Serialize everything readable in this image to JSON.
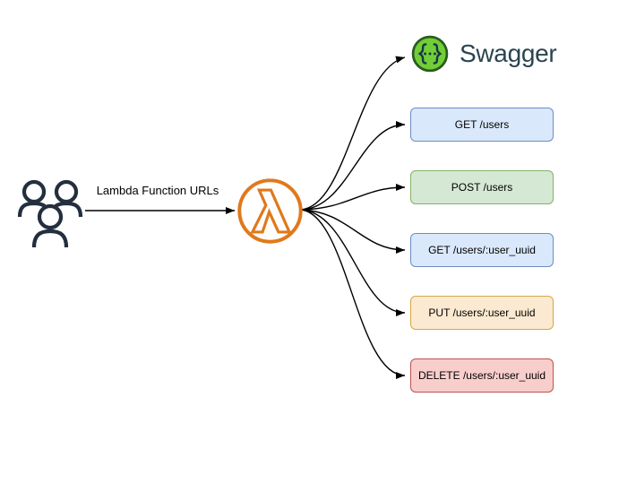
{
  "diagram": {
    "background": "#ffffff",
    "source": {
      "icon": "users-icon",
      "color": "#232F3E"
    },
    "connector_label": "Lambda Function URLs",
    "lambda": {
      "icon": "aws-lambda-icon",
      "color": "#E0791B"
    },
    "swagger": {
      "label": "Swagger",
      "icon": "swagger-icon",
      "circle_fill": "#72CE36",
      "circle_stroke": "#2B5B1F",
      "brace_color": "#173647",
      "text_color": "#2B4450"
    },
    "endpoints": [
      {
        "label": "GET /users",
        "style": "blue"
      },
      {
        "label": "POST /users",
        "style": "green"
      },
      {
        "label": "GET /users/:user_uuid",
        "style": "blue"
      },
      {
        "label": "PUT /users/:user_uuid",
        "style": "orange"
      },
      {
        "label": "DELETE /users/:user_uuid",
        "style": "red"
      }
    ],
    "palette": {
      "blue": {
        "fill": "#DAE8FC",
        "stroke": "#6C8EBF"
      },
      "green": {
        "fill": "#D5E8D4",
        "stroke": "#82B366"
      },
      "orange": {
        "fill": "#FCE9D1",
        "stroke": "#D5A845"
      },
      "red": {
        "fill": "#F8CECC",
        "stroke": "#B85450"
      }
    },
    "arrow_color": "#000000"
  }
}
